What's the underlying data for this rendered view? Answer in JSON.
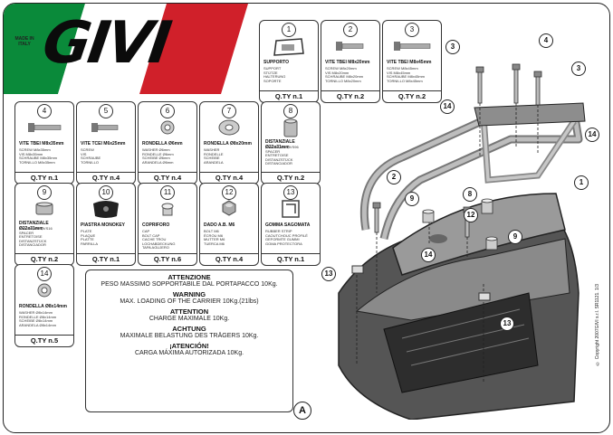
{
  "brand": {
    "made_in": "MADE IN ITALY",
    "logo": "GIVI"
  },
  "cards": [
    {
      "num": "1",
      "title": "SUPPORTO",
      "desc": "SUPPORT\nSTÜTZE\nHALTERUNG\nSOPORTE",
      "qty": "Q.TY n.1"
    },
    {
      "num": "2",
      "title": "VITE TBEI M8x20mm",
      "desc": "SCREW M8x20mm\nVIS M8x20mm\nSCHRAUBE M8x20mm\nTORNILLO M8x20mm",
      "qty": "Q.TY n.2"
    },
    {
      "num": "3",
      "title": "VITE TBEI M8x45mm",
      "desc": "SCREW M8x45mm\nVIS M8x45mm\nSCHRAUBE M8x45mm\nTORNILLO M8x45mm",
      "qty": "Q.TY n.2"
    },
    {
      "num": "4",
      "title": "VITE TBEI M8x35mm",
      "desc": "SCREW M8x35mm\nVIS M8x35mm\nSCHRAUBE M8x35mm\nTORNILLO M8x35mm",
      "qty": "Q.TY n.1"
    },
    {
      "num": "5",
      "title": "VITE TCEI M6x25mm",
      "desc": "SCREW\nVIS\nSCHRAUBE\nTORNILLO",
      "qty": "Q.TY n.4"
    },
    {
      "num": "6",
      "title": "RONDELLA Ø6mm",
      "desc": "WASHER Ø6mm\nRONDELLE Ø6mm\nSCHEIBE Ø6mm\nARANDELA Ø6mm",
      "qty": "Q.TY n.4"
    },
    {
      "num": "7",
      "title": "RONDELLA Ø8x20mm",
      "desc": "WASHER\nRONDELLE\nSCHEIBE\nARANDELA",
      "qty": "Q.TY n.4"
    },
    {
      "num": "8",
      "title": "DISTANZIALE Ø22x31mm",
      "desc": "Foro Ø8,5mm, VS96\nSPACER\nENTRETOISE\nDISTANZSTÜCK\nDISTANCIADOR",
      "qty": "Q.TY n.2"
    },
    {
      "num": "9",
      "title": "DISTANZIALE Ø22x31mm",
      "desc": "Foro Ø8,5mm, VS16\nSPACER\nENTRETOISE\nDISTANZSTÜCK\nDISTANCIADOR",
      "qty": "Q.TY n.2"
    },
    {
      "num": "10",
      "title": "PIASTRA MONOKEY",
      "desc": "PLATE\nPLAQUE\nPLATTE\nPARRILLA",
      "qty": "Q.TY n.1"
    },
    {
      "num": "11",
      "title": "COPRIFORO",
      "desc": "CAP\nBOLT CAP\nCACHE TROU\nLOCHABDECKUNG\nTAPA AGUJERO",
      "qty": "Q.TY n.6"
    },
    {
      "num": "12",
      "title": "DADO A.B. M6",
      "desc": "BOLT M6\nÉCROU M6\nMUTTER M6\nTUERCA M6",
      "qty": "Q.TY n.4"
    },
    {
      "num": "13",
      "title": "GOMMA SAGOMATA",
      "desc": "RUBBER STRIP\nCAOUTCHOUC PROFILÉ\nGEFORMTE GUMMI\nGOMA PROTECTORA",
      "qty": "Q.TY n.1"
    },
    {
      "num": "14",
      "title": "RONDELLA Ø8x14mm",
      "desc": "WASHER Ø8x14mm\nRONDELLE Ø8x14mm\nSCHEIBE Ø8x14mm\nARANDELA Ø8x14mm",
      "qty": "Q.TY n.5"
    }
  ],
  "notice": {
    "it_h": "ATTENZIONE",
    "it_t": "PESO MASSIMO SOPPORTABILE DAL PORTAPACCO 10Kg.",
    "en_h": "WARNING",
    "en_t": "MAX. LOADING OF THE CARRIER 10Kg.(21lbs)",
    "fr_h": "ATTENTION",
    "fr_t": "CHARGE MAXIMALE 10Kg.",
    "de_h": "ACHTUNG",
    "de_t": "MAXIMALE BELASTUNG DES TRÄGERS 10Kg.",
    "es_h": "¡ATENCIÓN!",
    "es_t": "CARGA MÁXIMA AUTORIZADA 10Kg."
  },
  "callouts": [
    "3",
    "4",
    "3",
    "14",
    "14",
    "1",
    "2",
    "9",
    "8",
    "12",
    "9",
    "14",
    "13",
    "13"
  ],
  "view_label": "A",
  "copyright": "© Copyright 2007GIVI s.r.l. SR1121. 1/3",
  "colors": {
    "green": "#0a8a3a",
    "red": "#d0202a",
    "white": "#ffffff"
  }
}
